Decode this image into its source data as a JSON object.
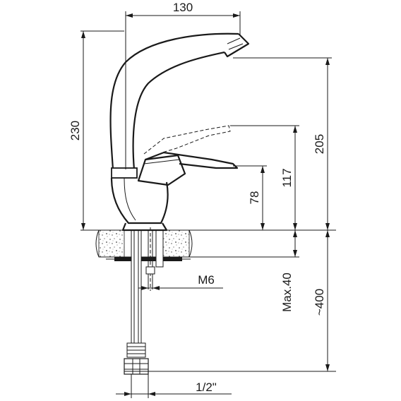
{
  "diagram": {
    "dimensions": {
      "spout_reach": "130",
      "total_height": "230",
      "spout_height": "205",
      "lever_height": "117",
      "body_height": "78",
      "thread": "M6",
      "max_thickness": "Max.40",
      "hose_length": "~400",
      "connection": "1/2\""
    }
  }
}
